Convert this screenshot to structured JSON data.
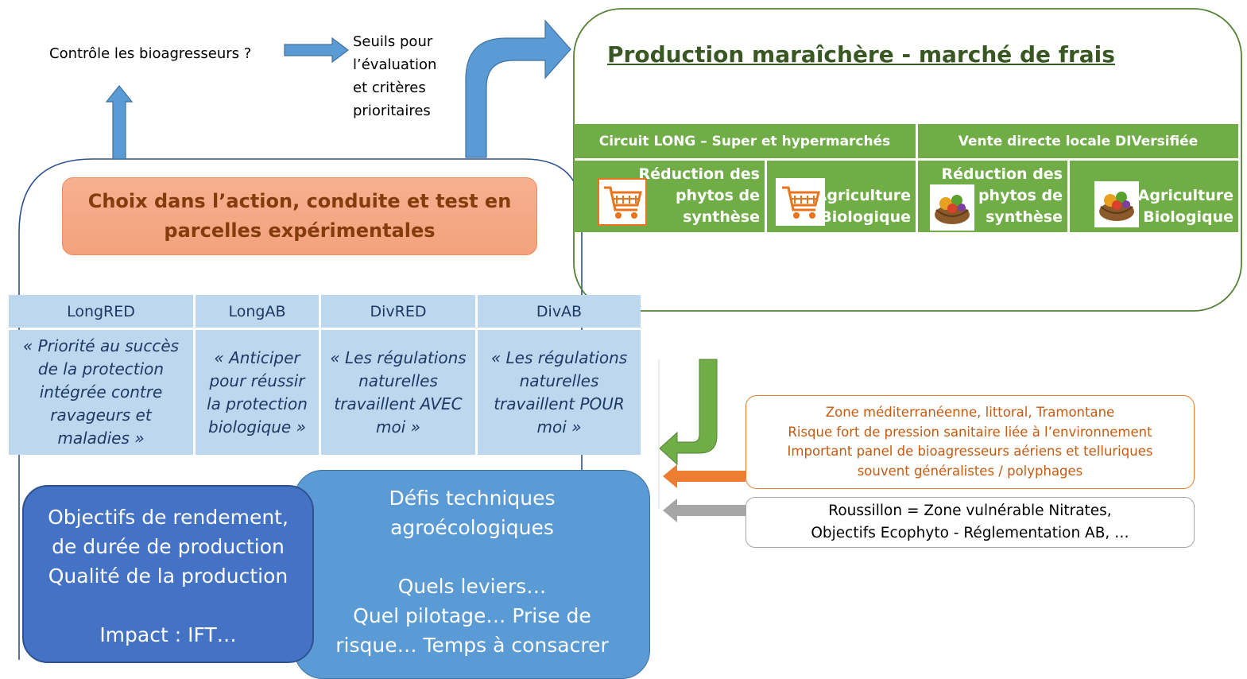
{
  "top_question": "Contrôle les bioagresseurs ?",
  "thresholds_lines": [
    "Seuils pour",
    "l’évaluation",
    "et critères",
    "prioritaires"
  ],
  "choice_box_lines": [
    "Choix dans l’action, conduite et test en",
    "parcelles expérimentales"
  ],
  "production_title": "Production maraîchère - marché de frais",
  "market": {
    "circuit_long": {
      "header": "Circuit LONG – Super et hypermarchés",
      "cells": [
        {
          "lines": [
            "Réduction des",
            "phytos de",
            "synthèse"
          ],
          "icon": "shopping-cart-icon"
        },
        {
          "lines": [
            "Agriculture",
            "Biologique"
          ],
          "icon": "shopping-cart-icon"
        }
      ]
    },
    "vente_directe": {
      "header": "Vente directe locale DIVersifiée",
      "cells": [
        {
          "lines": [
            "Réduction des",
            "phytos de",
            "synthèse"
          ],
          "icon": "vegetable-basket-icon"
        },
        {
          "lines": [
            "Agriculture",
            "Biologique"
          ],
          "icon": "vegetable-basket-icon"
        }
      ]
    }
  },
  "strategies": [
    {
      "name": "LongRED",
      "quote_lines": [
        "« Priorité au succès",
        "de la protection",
        "intégrée contre",
        "ravageurs et",
        "maladies »"
      ]
    },
    {
      "name": "LongAB",
      "quote_lines": [
        "« Anticiper",
        "pour réussir",
        "la protection",
        "biologique »"
      ]
    },
    {
      "name": "DivRED",
      "quote_lines": [
        "« Les régulations",
        "naturelles",
        "travaillent AVEC",
        "moi »"
      ]
    },
    {
      "name": "DivAB",
      "quote_lines": [
        "« Les régulations",
        "naturelles",
        "travaillent POUR",
        "moi »"
      ]
    }
  ],
  "zone_lines": [
    "Zone méditerranéenne, littoral, Tramontane",
    "Risque fort de pression sanitaire liée à l’environnement",
    "Important panel de bioagresseurs aériens et telluriques",
    "souvent généralistes / polyphages"
  ],
  "roussillon_lines": [
    "Roussillon = Zone vulnérable Nitrates,",
    "Objectifs Ecophyto - Réglementation AB, …"
  ],
  "defis_lines": [
    "Défis techniques",
    "agroécologiques",
    "",
    "Quels leviers…",
    "Quel pilotage… Prise de",
    "risque… Temps à consacrer"
  ],
  "objectifs_lines": [
    "Objectifs de rendement,",
    "de durée de production",
    "Qualité de la production",
    "",
    "Impact : IFT…"
  ],
  "colors": {
    "blue_arrow": "#5b9bd5",
    "green": "#70ad47",
    "dark_green_title": "#385723",
    "orange": "#ed7d31",
    "grey": "#a6a6a6",
    "light_blue_table": "#bdd7ee",
    "dark_blue_box": "#4472c4"
  }
}
